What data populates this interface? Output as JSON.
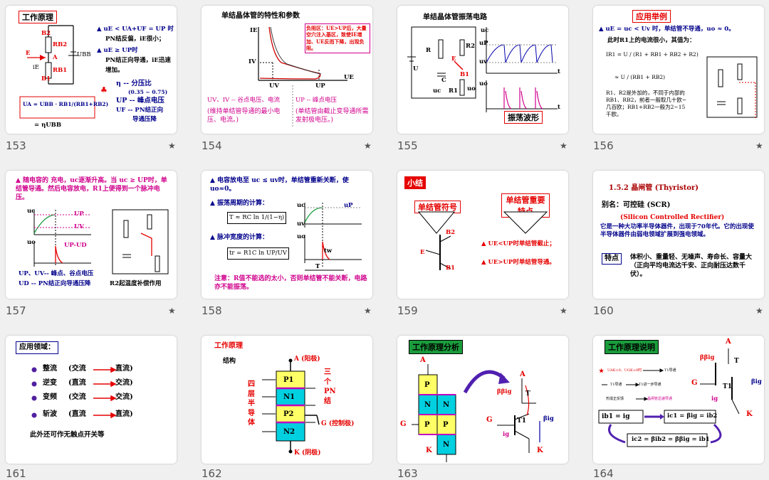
{
  "slides": [
    {
      "num": "153",
      "title": "工作原理",
      "lines": [
        "u",
        "E",
        "< U",
        "A",
        "+U",
        "F",
        " 时",
        "PN结反偏，i",
        "E",
        "很小；",
        "u",
        "E",
        "≥ U",
        "P",
        "时",
        "PN结正向导通，i",
        "E",
        "迅速",
        "增加。"
      ],
      "l1": "▲ uE < UA+UF = UP 时",
      "l2": "PN结反偏，iE很小；",
      "l3": "▲ uE ≥ UP时",
      "l4": "PN结正向导通，iE迅速",
      "l5": "增加。",
      "eta": "η -- 分压比",
      "eta_range": "(0.35 ~ 0.75)",
      "up": "UP -- 峰点电压",
      "uf": "UF -- PN结正向",
      "uf2": "导通压降",
      "formula": "UA = UBB · RB1/(RB1+RB2)",
      "formula2": "= ηUBB",
      "labels": [
        "B2",
        "RB2",
        "A",
        "E",
        "iE",
        "RB1",
        "B1",
        "UBB"
      ]
    },
    {
      "num": "154",
      "title": "单结晶体管的特性和参数",
      "callout": "负阻区：UE>UP后，大量空穴注入基区，致使IE增加、UE反而下降，出现负阻。",
      "left_note": "UV、IV -- 谷点电压、电流",
      "left_note2": "(维持单结管导通的最小电压、电流。)",
      "right_note": "UP -- 峰点电压",
      "right_note2": "(单结管由截止变导通所需发射极电压。)",
      "axes": [
        "IE",
        "IV",
        "UV",
        "UP",
        "UE"
      ]
    },
    {
      "num": "155",
      "title": "单结晶体管振荡电路",
      "wave_label": "振荡波形",
      "labels": [
        "R",
        "R2",
        "U",
        "C",
        "uc",
        "R1",
        "uo",
        "B1",
        "E",
        "uc",
        "uP",
        "uv",
        "t",
        "uo",
        "t"
      ]
    },
    {
      "num": "156",
      "title": "应用举例",
      "l1": "▲ uE = uc < Uv 时，单结管不导通，uo ≈ 0。",
      "l2": "此时R1上的电流很小，其值为：",
      "f1": "IR1 = U / (R1 + RB1 + RB2 + R2)",
      "f2": "≈ U / (RB1 + RB2)",
      "note": "R1、R2是外加的，不同于内部的RB1、RB2，前者一般取几十欧~几百欧；RB1+RB2一般为2~15千欧。"
    },
    {
      "num": "157",
      "text": "▲ 随电容的 充电，uc逐渐升高。当 uc ≥ UP时，单结管导通。然后电容放电，R1上便得到一个脉冲电压。",
      "labels": [
        "uc",
        "UP",
        "UV",
        "uo",
        "UP-UD"
      ],
      "note1": "UP、UV-- 峰点、谷点电压",
      "note2": "UD -- PN结正向导通压降",
      "note3": "R2起温度补偿作用"
    },
    {
      "num": "158",
      "l1": "▲ 电容放电至 uc ≤ uv时，单结管重新关断，使 uo≈0。",
      "l2": "▲ 振荡周期的计算：",
      "f1": "T ≈ RC ln 1/(1−η)",
      "l3": "▲ 脉冲宽度的计算：",
      "f2": "tr = R1C ln UP/UV",
      "warn": "注意：R值不能选的太小，否则单结管不能关断，电路亦不能振荡。",
      "labels": [
        "uc",
        "uP",
        "uv",
        "uo",
        "tw",
        "T"
      ]
    },
    {
      "num": "159",
      "title": "小结",
      "b1": "单结管符号",
      "b2": "单结管重要特点",
      "p1": "▲ UE<UP时单结管截止；",
      "p2": "▲ UE>UP时单结管导通。",
      "labels": [
        "B2",
        "E",
        "B1"
      ]
    },
    {
      "num": "160",
      "heading": "1.5.2  晶闸管 (Thyristor)",
      "alias": "别名：可控硅 (SCR)",
      "eng": "(Silicon Controlled Rectifier)",
      "desc": "它是一种大功率半导体器件，出现于70年代。它的出现使半导体器件由弱电领域扩展到强电领域。",
      "feat": "特点",
      "feat_text": "体积小、重量轻、无噪声、寿命长、容量大（正向平均电流达千安、正向耐压达数千伏）。"
    },
    {
      "num": "161",
      "title": "应用领域：",
      "rows": [
        [
          "整流",
          "(交流",
          "直流)"
        ],
        [
          "逆变",
          "(直流",
          "交流)"
        ],
        [
          "变频",
          "(交流",
          "交流)"
        ],
        [
          "斩波",
          "(直流",
          "直流)"
        ]
      ],
      "extra": "此外还可作无触点开关等"
    },
    {
      "num": "162",
      "title": "工作原理",
      "sub": "结构",
      "left": "四层半导体",
      "right": "三个PN结",
      "layers": [
        "P1",
        "N1",
        "P2",
        "N2"
      ],
      "a": "A (阳极)",
      "g": "G (控制极)",
      "k": "K (阴极)"
    },
    {
      "num": "163",
      "title": "工作原理分析",
      "labels": [
        "A",
        "G",
        "K",
        "P",
        "N",
        "N",
        "P",
        "P",
        "N",
        "A",
        "T",
        "ββig",
        "G",
        "T1",
        "βig",
        "ig",
        "K"
      ]
    },
    {
      "num": "164",
      "title": "工作原理说明",
      "r1": "UAK>0、UGK>0时",
      "r1b": "T1导通",
      "r2": "T1导通",
      "r2b": "T1进一步导通",
      "r3": "形成正反馈",
      "r3b": "晶闸管迅速导通",
      "eq1": "ib1 = ig",
      "eq2": "ic1 = βig = ib2",
      "eq3": "ic2 = βib2 = ββig = ib1",
      "labels": [
        "A",
        "ββig",
        "T",
        "G",
        "T1",
        "βig",
        "ig",
        "K"
      ]
    }
  ],
  "star": "★",
  "colors": {
    "red": "#e60000",
    "blue": "#00008b",
    "magenta": "#d0008c",
    "green": "#1a9c3c",
    "cyan": "#00d0e0",
    "yellow": "#ffff66"
  }
}
